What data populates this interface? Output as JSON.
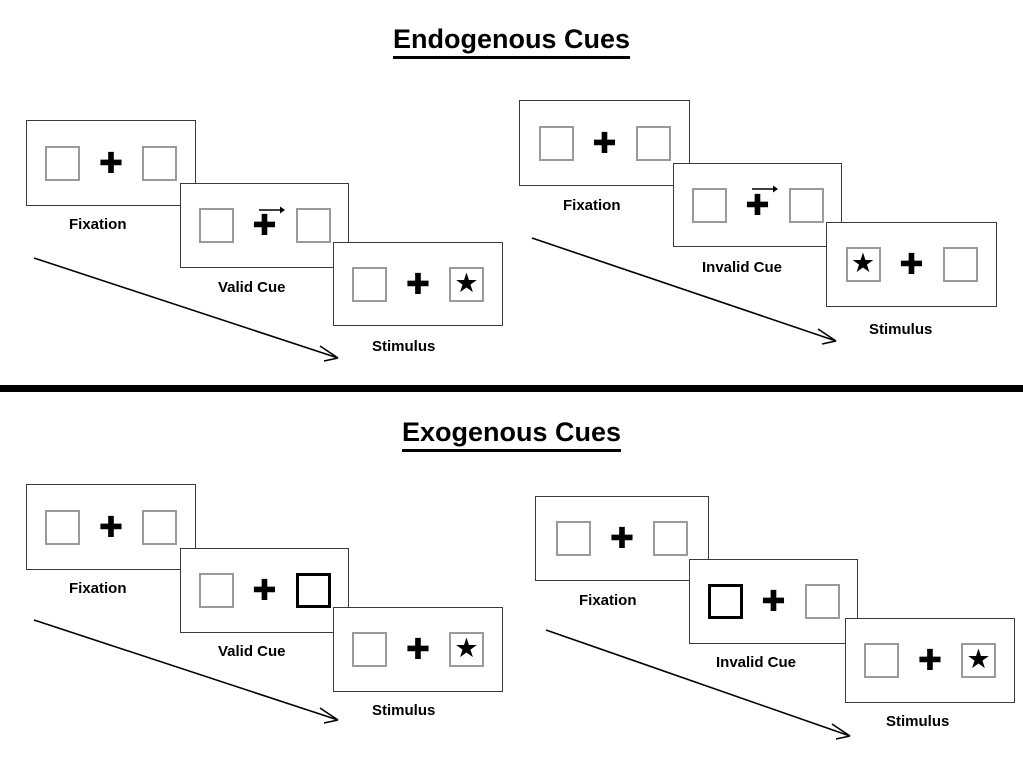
{
  "sections": [
    {
      "id": "endogenous",
      "title": "Endogenous Cues",
      "panels": [
        {
          "id": "endogenous-valid",
          "cue_type": "Valid Cue",
          "stages": [
            {
              "label": "Fixation",
              "left_box": "empty",
              "right_box": "empty",
              "arrow": "none",
              "star": "none"
            },
            {
              "label": "Valid Cue",
              "left_box": "empty",
              "right_box": "empty",
              "arrow": "right",
              "star": "none"
            },
            {
              "label": "Stimulus",
              "left_box": "empty",
              "right_box": "star",
              "arrow": "none",
              "star": "right"
            }
          ]
        },
        {
          "id": "endogenous-invalid",
          "cue_type": "Invalid Cue",
          "stages": [
            {
              "label": "Fixation",
              "left_box": "empty",
              "right_box": "empty",
              "arrow": "none",
              "star": "none"
            },
            {
              "label": "Invalid Cue",
              "left_box": "empty",
              "right_box": "empty",
              "arrow": "right",
              "star": "none"
            },
            {
              "label": "Stimulus",
              "left_box": "star",
              "right_box": "empty",
              "arrow": "none",
              "star": "left"
            }
          ]
        }
      ]
    },
    {
      "id": "exogenous",
      "title": "Exogenous Cues",
      "panels": [
        {
          "id": "exogenous-valid",
          "cue_type": "Valid Cue",
          "stages": [
            {
              "label": "Fixation",
              "left_box": "empty",
              "right_box": "empty",
              "arrow": "none",
              "star": "none"
            },
            {
              "label": "Valid Cue",
              "left_box": "empty",
              "right_box": "cued",
              "arrow": "none",
              "star": "none"
            },
            {
              "label": "Stimulus",
              "left_box": "empty",
              "right_box": "star",
              "arrow": "none",
              "star": "right"
            }
          ]
        },
        {
          "id": "exogenous-invalid",
          "cue_type": "Invalid Cue",
          "stages": [
            {
              "label": "Fixation",
              "left_box": "empty",
              "right_box": "empty",
              "arrow": "none",
              "star": "none"
            },
            {
              "label": "Invalid Cue",
              "left_box": "cued",
              "right_box": "empty",
              "arrow": "none",
              "star": "none"
            },
            {
              "label": "Stimulus",
              "left_box": "empty",
              "right_box": "star",
              "arrow": "none",
              "star": "right"
            }
          ]
        }
      ]
    }
  ],
  "glyphs": {
    "plus": "✚",
    "star": "★"
  },
  "colors": {
    "frame_border": "#3a3a3a",
    "box_border": "#9a9a9a",
    "cued_box_border": "#000000",
    "text": "#000000",
    "divider": "#000000",
    "background": "#ffffff"
  },
  "timeline_arrows": {
    "count": 4,
    "direction": "down-right",
    "meaning": "time"
  }
}
